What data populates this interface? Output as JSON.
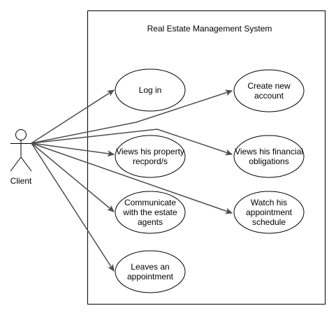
{
  "system": {
    "title": "Real Estate Management System"
  },
  "actor": {
    "name": "Client"
  },
  "use_cases": [
    {
      "id": "log-in",
      "lines": [
        "Log in"
      ]
    },
    {
      "id": "create-account",
      "lines": [
        "Create new",
        "account"
      ]
    },
    {
      "id": "views-property-records",
      "lines": [
        "Views his property",
        "recpord/s"
      ]
    },
    {
      "id": "views-financial-obligations",
      "lines": [
        "Views his financial",
        "obligations"
      ]
    },
    {
      "id": "communicate-estate-agents",
      "lines": [
        "Communicate",
        "with the estate",
        "agents"
      ]
    },
    {
      "id": "watch-appointment-schedule",
      "lines": [
        "Watch his",
        "appointment",
        "schedule"
      ]
    },
    {
      "id": "leaves-appointment",
      "lines": [
        "Leaves an",
        "appointment"
      ]
    }
  ],
  "colors": {
    "line": "#4d4d4d",
    "stroke": "#000000",
    "fill": "#ffffff"
  }
}
